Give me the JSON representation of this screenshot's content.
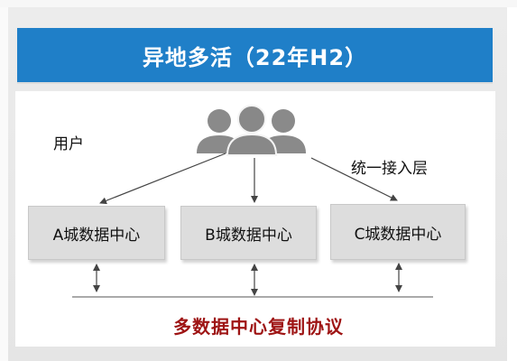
{
  "diagram": {
    "title": "异地多活（22年H2）",
    "user_label": "用户",
    "access_label": "统一接入层",
    "datacenters": [
      {
        "label": "A城数据中心"
      },
      {
        "label": "B城数据中心"
      },
      {
        "label": "C城数据中心"
      }
    ],
    "protocol_label": "多数据中心复制协议"
  },
  "colors": {
    "banner": "#1f7fc8",
    "protocol_text": "#9e1414",
    "user_icon": "#8a8a8a",
    "datacenter_box": "#dddddd"
  },
  "icons": [
    "users-icon"
  ]
}
